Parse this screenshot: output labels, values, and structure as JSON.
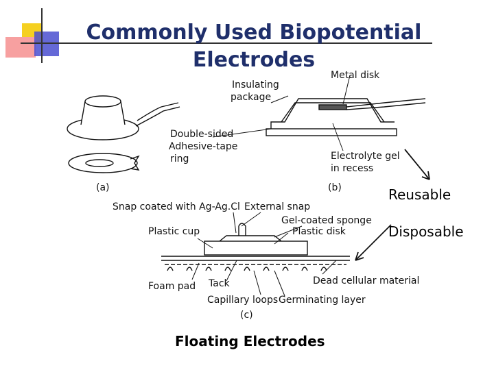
{
  "title": {
    "line1": "Commonly Used  Biopotential",
    "line2": "Electrodes"
  },
  "labels": {
    "metal_disk": "Metal disk",
    "insulating_package_1": "Insulating",
    "insulating_package_2": "package",
    "adhesive_1": "Double-sided",
    "adhesive_2": "Adhesive-tape",
    "adhesive_3": "ring",
    "electrolyte_1": "Electrolyte gel",
    "electrolyte_2": "in recess",
    "panel_a": "(a)",
    "panel_b": "(b)",
    "panel_c": "(c)",
    "snap_coated": "Snap coated with Ag-Ag.Cl",
    "external_snap": "External snap",
    "gel_sponge": "Gel-coated sponge",
    "plastic_disk": "Plastic disk",
    "plastic_cup": "Plastic cup",
    "foam_pad": "Foam pad",
    "tack": "Tack",
    "dead_cellular": "Dead cellular material",
    "capillary": "Capillary loops",
    "germinating": "Germinating layer"
  },
  "annotations": {
    "reusable": "Reusable",
    "disposable": "Disposable"
  },
  "footer": "Floating Electrodes",
  "colors": {
    "title": "#1f2f6b",
    "bullet_yellow": "#f5d020",
    "bullet_red": "#f26d6d",
    "bullet_blue": "#3b3fbf"
  }
}
